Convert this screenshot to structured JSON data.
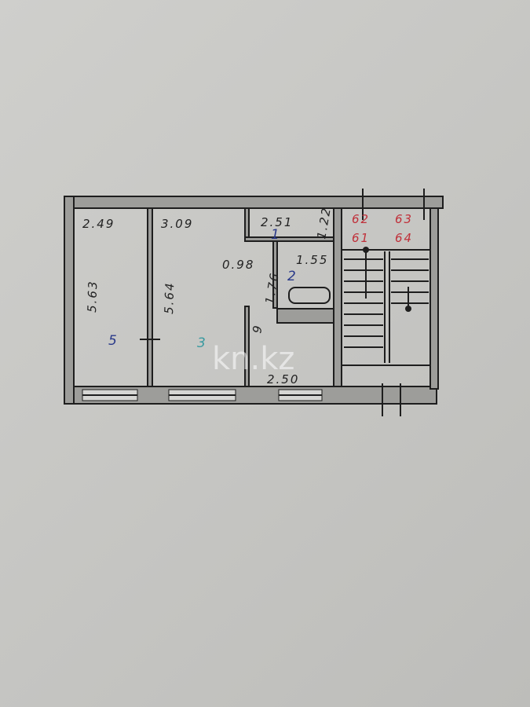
{
  "plan": {
    "dimensions": {
      "room5_width": "2.49",
      "room3_width": "3.09",
      "room1_width": "2.51",
      "room1_depth": "1.22",
      "room5_length": "5.63",
      "room3_length": "5.64",
      "hall_width": "0.98",
      "bath_width": "1.55",
      "hall_length": "1.76",
      "kitchen_width": "2.50",
      "kitchen_side": "9"
    },
    "room_numbers": {
      "room5": "5",
      "room1": "1",
      "room2": "2",
      "room3": "3"
    },
    "stair_labels": [
      "62",
      "63",
      "61",
      "64"
    ],
    "watermark": "kn.kz",
    "colors": {
      "ink": "#1e1e1e",
      "blue_numbers": "#2a3a8a",
      "red_labels": "#c0303a",
      "paper": "#c9c9c6"
    }
  }
}
